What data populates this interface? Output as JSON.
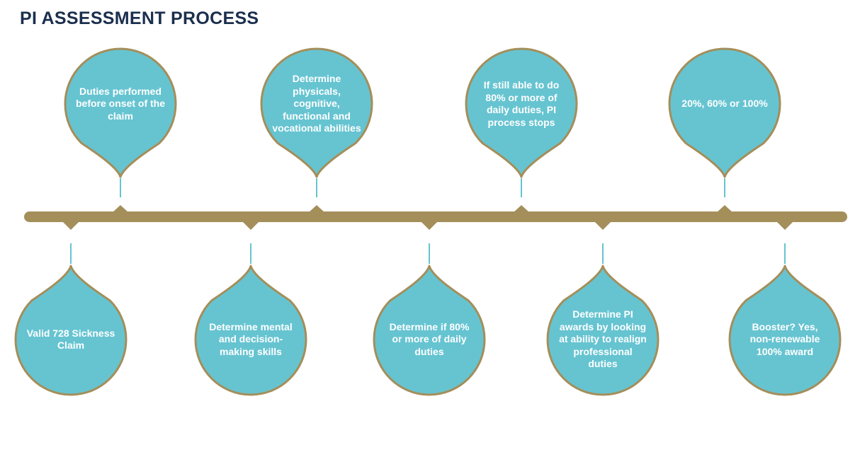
{
  "title": "PI ASSESSMENT PROCESS",
  "colors": {
    "title": "#1b2f4e",
    "timeline": "#a48e5a",
    "drop_fill": "#66c4d1",
    "drop_border": "#a48e5a",
    "connector": "#66c4d1",
    "text": "#ffffff"
  },
  "steps": [
    {
      "order": 1,
      "position": "below",
      "text": "Valid 728 Sickness Claim"
    },
    {
      "order": 2,
      "position": "above",
      "text": "Duties performed before onset of the claim"
    },
    {
      "order": 3,
      "position": "below",
      "text": "Determine mental and decision-making skills"
    },
    {
      "order": 4,
      "position": "above",
      "text": "Determine physicals, cognitive, functional and vocational abilities"
    },
    {
      "order": 5,
      "position": "below",
      "text": "Determine if 80% or more of daily duties"
    },
    {
      "order": 6,
      "position": "above",
      "text": "If still able to do 80% or more of daily duties, PI process stops"
    },
    {
      "order": 7,
      "position": "below",
      "text": "Determine PI awards by looking at ability to realign professional duties"
    },
    {
      "order": 8,
      "position": "above",
      "text": "20%, 60% or 100%"
    },
    {
      "order": 9,
      "position": "below",
      "text": "Booster? Yes, non-renewable 100% award"
    }
  ]
}
